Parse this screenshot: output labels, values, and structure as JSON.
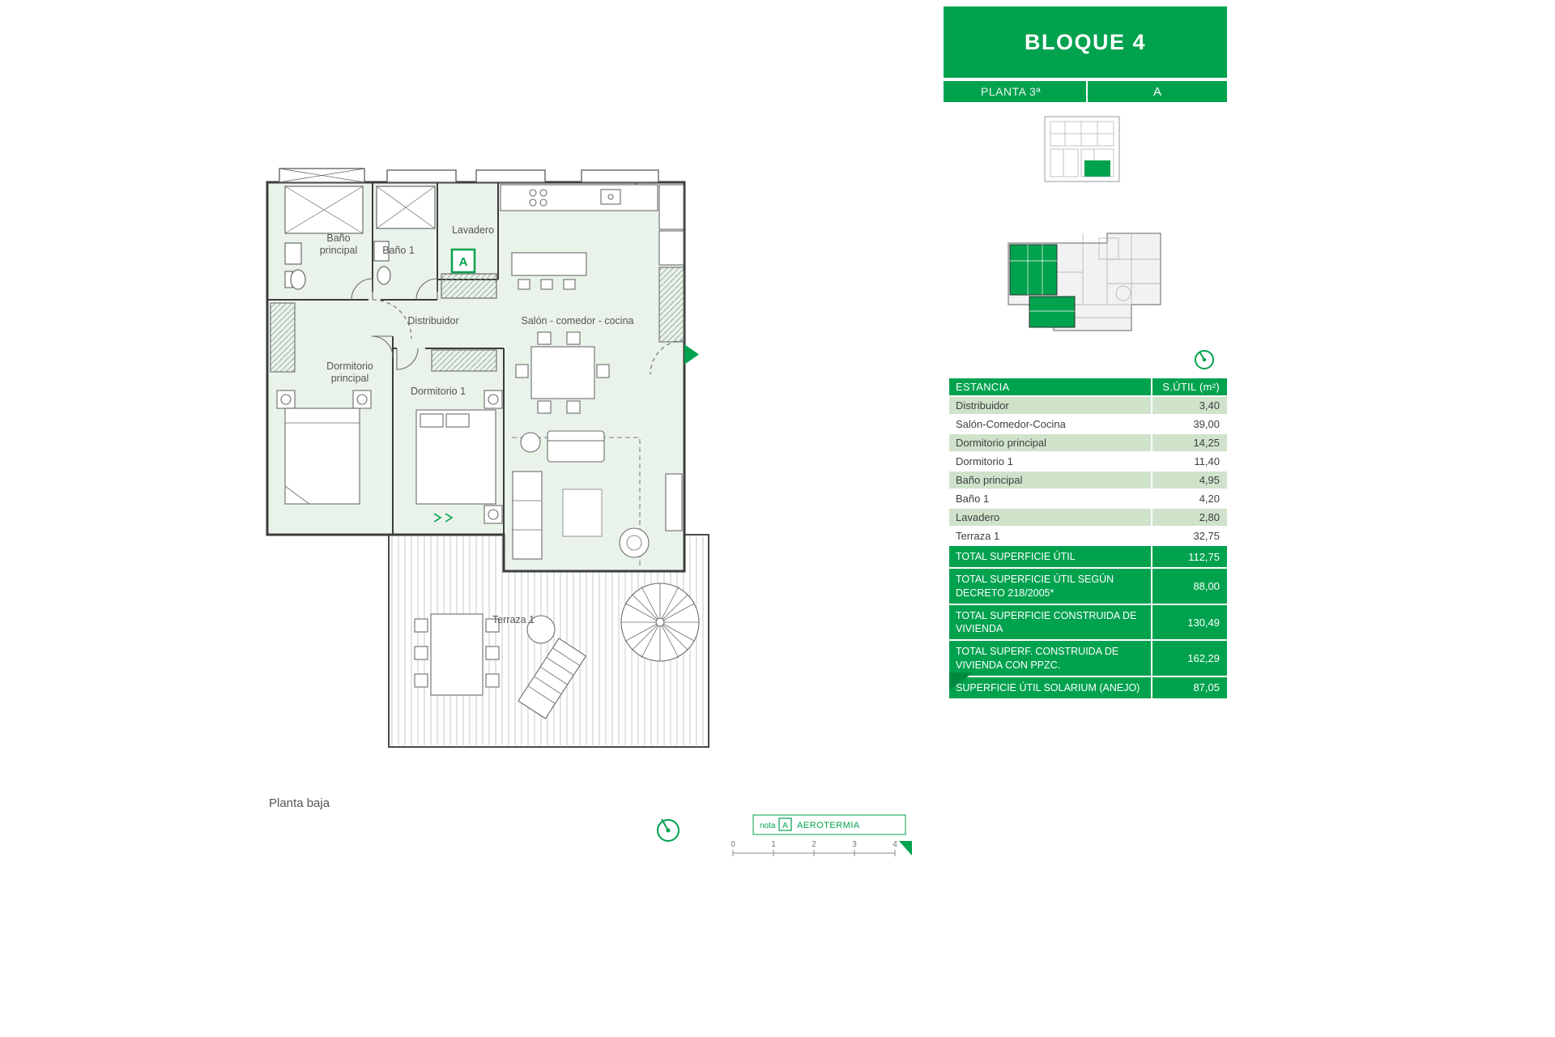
{
  "colors": {
    "green": "#00a24e",
    "green_dark": "#008a40",
    "shade": "#cfe3cb",
    "room": "#eaf3ea"
  },
  "sidebar": {
    "title": "BLOQUE 4",
    "planta": "PLANTA 3ª",
    "letter": "A",
    "table": {
      "headers": [
        "ESTANCIA",
        "S.ÚTIL (m²)"
      ],
      "rows": [
        {
          "label": "Distribuidor",
          "value": "3,40"
        },
        {
          "label": "Salón-Comedor-Cocina",
          "value": "39,00"
        },
        {
          "label": "Dormitorio principal",
          "value": "14,25"
        },
        {
          "label": "Dormitorio 1",
          "value": "11,40"
        },
        {
          "label": "Baño principal",
          "value": "4,95"
        },
        {
          "label": "Baño 1",
          "value": "4,20"
        },
        {
          "label": "Lavadero",
          "value": "2,80"
        },
        {
          "label": "Terraza 1",
          "value": "32,75"
        }
      ],
      "totals": [
        {
          "label": "TOTAL SUPERFICIE ÚTIL",
          "value": "112,75"
        },
        {
          "label": "TOTAL SUPERFICIE ÚTIL SEGÚN DECRETO 218/2005*",
          "value": "88,00"
        },
        {
          "label": "TOTAL SUPERFICIE CONSTRUIDA DE VIVIENDA",
          "value": "130,49"
        },
        {
          "label": "TOTAL SUPERF. CONSTRUIDA DE VIVIENDA CON PPZC.",
          "value": "162,29"
        },
        {
          "label": "SUPERFICIE ÚTIL SOLARIUM (ANEJO)",
          "value": "87,05"
        }
      ]
    }
  },
  "plan": {
    "rooms": {
      "bano_principal": [
        "Baño",
        "principal"
      ],
      "bano_1": "Baño 1",
      "lavadero": "Lavadero",
      "distribuidor": "Distribuidor",
      "salon": "Salón - comedor - cocina",
      "dormitorio_principal": [
        "Dormitorio",
        "principal"
      ],
      "dormitorio_1": "Dormitorio 1",
      "terraza": "Terraza 1"
    },
    "marker_letter": "A",
    "floor_label": "Planta baja",
    "note": {
      "label": "nota",
      "letter": "A",
      "text": "AEROTERMIA"
    },
    "scale_ticks": [
      "0",
      "1",
      "2",
      "3",
      "4"
    ]
  }
}
